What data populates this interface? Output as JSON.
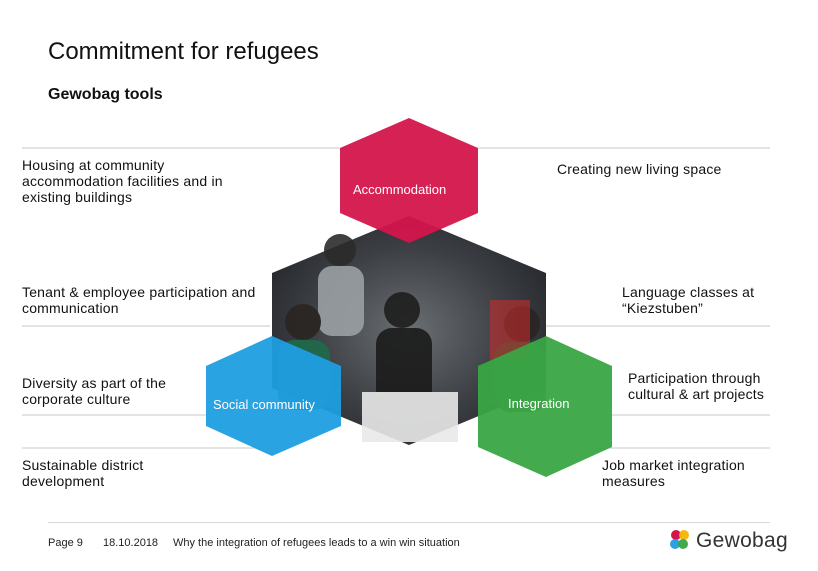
{
  "slide": {
    "title": "Commitment for refugees",
    "subtitle": "Gewobag tools"
  },
  "left_items": [
    "Housing at community accommodation facilities and in existing buildings",
    "Tenant & employee participation and communication",
    "Diversity as part of the corporate culture",
    "Sustainable district development"
  ],
  "right_items": [
    "Creating new living space",
    "Language classes at “Kiezstuben”",
    "Participation through cultural & art projects",
    "Job market integration measures"
  ],
  "hexagons": {
    "top": {
      "label": "Accommodation",
      "color": "#d4154c"
    },
    "left": {
      "label": "Social community",
      "color": "#1f9ee0"
    },
    "right": {
      "label": "Integration",
      "color": "#3aa545"
    }
  },
  "footer": {
    "page": "Page 9",
    "date": "18.10.2018",
    "caption": "Why the integration of refugees leads to a win win situation"
  },
  "logo": {
    "text": "Gewobag",
    "colors": [
      "#d4154c",
      "#1f9ee0",
      "#3aa545",
      "#f4b400"
    ]
  }
}
